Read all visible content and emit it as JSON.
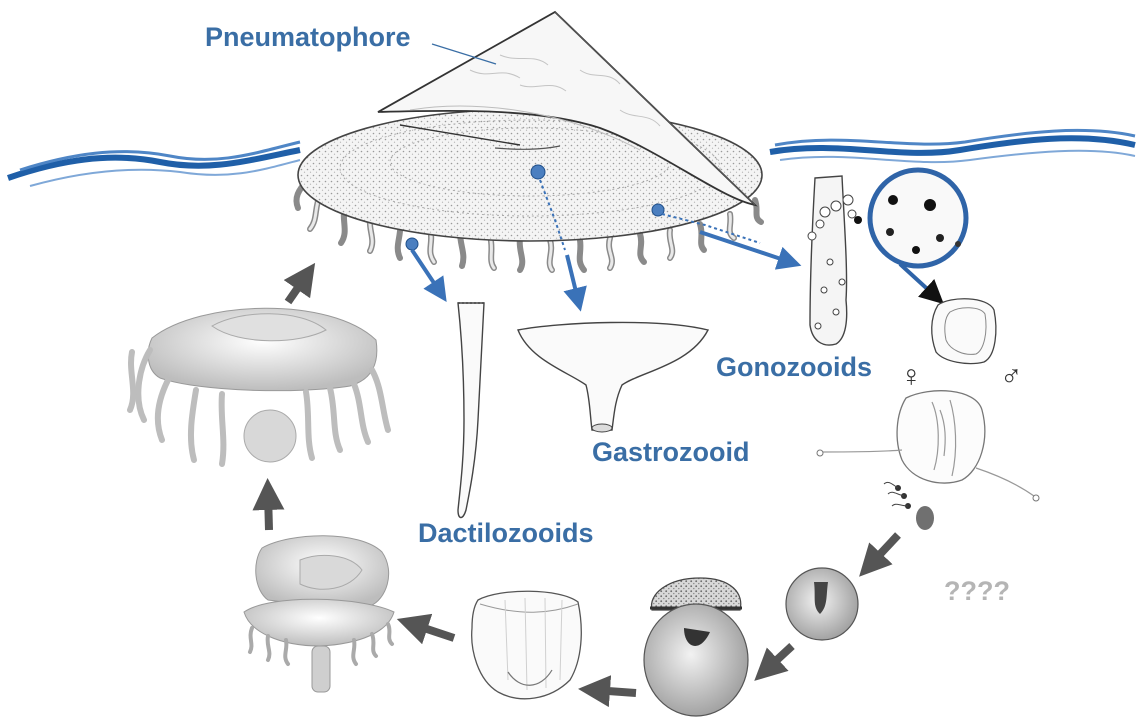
{
  "labels": {
    "pneumatophore": "Pneumatophore",
    "gonozooids": "Gonozooids",
    "gastrozooid": "Gastrozooid",
    "dactilozooids": "Dactilozooids",
    "female": "♀",
    "male": "♂",
    "unknown": "????"
  },
  "colors": {
    "label_blue": "#3a6ea5",
    "arrow_blue": "#3a72b8",
    "arrow_gray": "#555555",
    "wave_blue": "#1f5fa8",
    "unknown_gray": "#b5b5b5"
  }
}
